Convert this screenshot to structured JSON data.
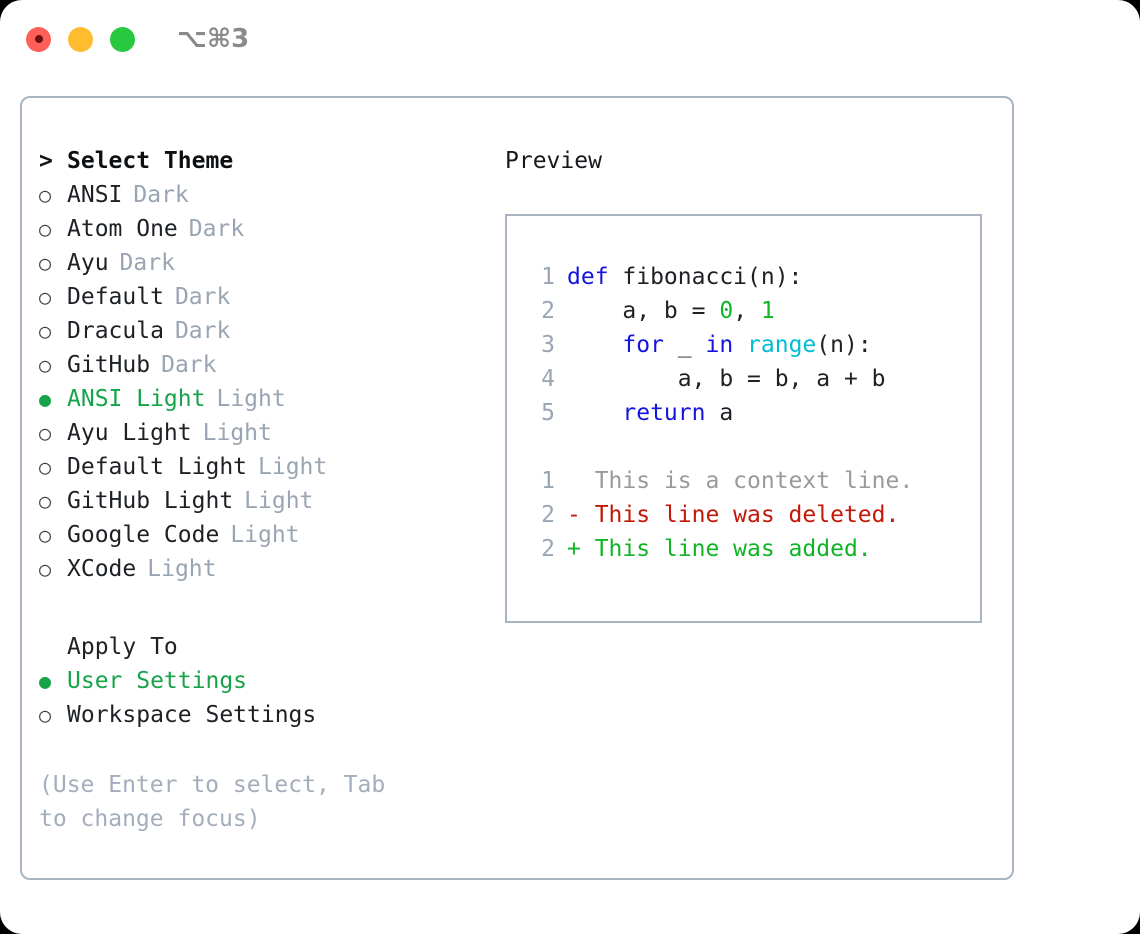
{
  "window": {
    "shortcut_label": "⌥⌘3",
    "traffic_lights": [
      {
        "name": "close",
        "color": "#ff5f57"
      },
      {
        "name": "minimize",
        "color": "#febc2e"
      },
      {
        "name": "maximize",
        "color": "#28c840"
      }
    ]
  },
  "theme_selector": {
    "heading": "Select Theme",
    "cursor_glyph": ">",
    "marker_unselected": "○",
    "marker_selected": "●",
    "accent_color": "#16a34a",
    "items": [
      {
        "name": "ANSI",
        "variant": "Dark",
        "selected": false
      },
      {
        "name": "Atom One",
        "variant": "Dark",
        "selected": false
      },
      {
        "name": "Ayu",
        "variant": "Dark",
        "selected": false
      },
      {
        "name": "Default",
        "variant": "Dark",
        "selected": false
      },
      {
        "name": "Dracula",
        "variant": "Dark",
        "selected": false
      },
      {
        "name": "GitHub",
        "variant": "Dark",
        "selected": false
      },
      {
        "name": "ANSI Light",
        "variant": "Light",
        "selected": true
      },
      {
        "name": "Ayu Light",
        "variant": "Light",
        "selected": false
      },
      {
        "name": "Default Light",
        "variant": "Light",
        "selected": false
      },
      {
        "name": "GitHub Light",
        "variant": "Light",
        "selected": false
      },
      {
        "name": "Google Code",
        "variant": "Light",
        "selected": false
      },
      {
        "name": "XCode",
        "variant": "Light",
        "selected": false
      }
    ]
  },
  "apply_to": {
    "heading": "Apply To",
    "options": [
      {
        "label": "User Settings",
        "selected": true
      },
      {
        "label": "Workspace Settings",
        "selected": false
      }
    ]
  },
  "hint": "(Use Enter to select, Tab to change focus)",
  "preview": {
    "title": "Preview",
    "code_lines": [
      {
        "no": "1",
        "tokens": [
          {
            "t": "def",
            "c": "kw"
          },
          {
            "t": " fibonacci(n):",
            "c": "plain"
          }
        ]
      },
      {
        "no": "2",
        "tokens": [
          {
            "t": "    a, b = ",
            "c": "plain"
          },
          {
            "t": "0",
            "c": "num"
          },
          {
            "t": ", ",
            "c": "plain"
          },
          {
            "t": "1",
            "c": "num"
          }
        ]
      },
      {
        "no": "3",
        "tokens": [
          {
            "t": "    ",
            "c": "plain"
          },
          {
            "t": "for",
            "c": "kw"
          },
          {
            "t": " _ ",
            "c": "plain"
          },
          {
            "t": "in",
            "c": "kw"
          },
          {
            "t": " ",
            "c": "plain"
          },
          {
            "t": "range",
            "c": "fn"
          },
          {
            "t": "(n):",
            "c": "plain"
          }
        ]
      },
      {
        "no": "4",
        "tokens": [
          {
            "t": "        a, b = b, a + b",
            "c": "plain"
          }
        ]
      },
      {
        "no": "5",
        "tokens": [
          {
            "t": "    ",
            "c": "plain"
          },
          {
            "t": "return",
            "c": "kw"
          },
          {
            "t": " a",
            "c": "plain"
          }
        ]
      }
    ],
    "diff_lines": [
      {
        "no": "1",
        "kind": "context",
        "text": "  This is a context line."
      },
      {
        "no": "2",
        "kind": "del",
        "text": "- This line was deleted."
      },
      {
        "no": "2",
        "kind": "add",
        "text": "+ This line was added."
      }
    ]
  }
}
